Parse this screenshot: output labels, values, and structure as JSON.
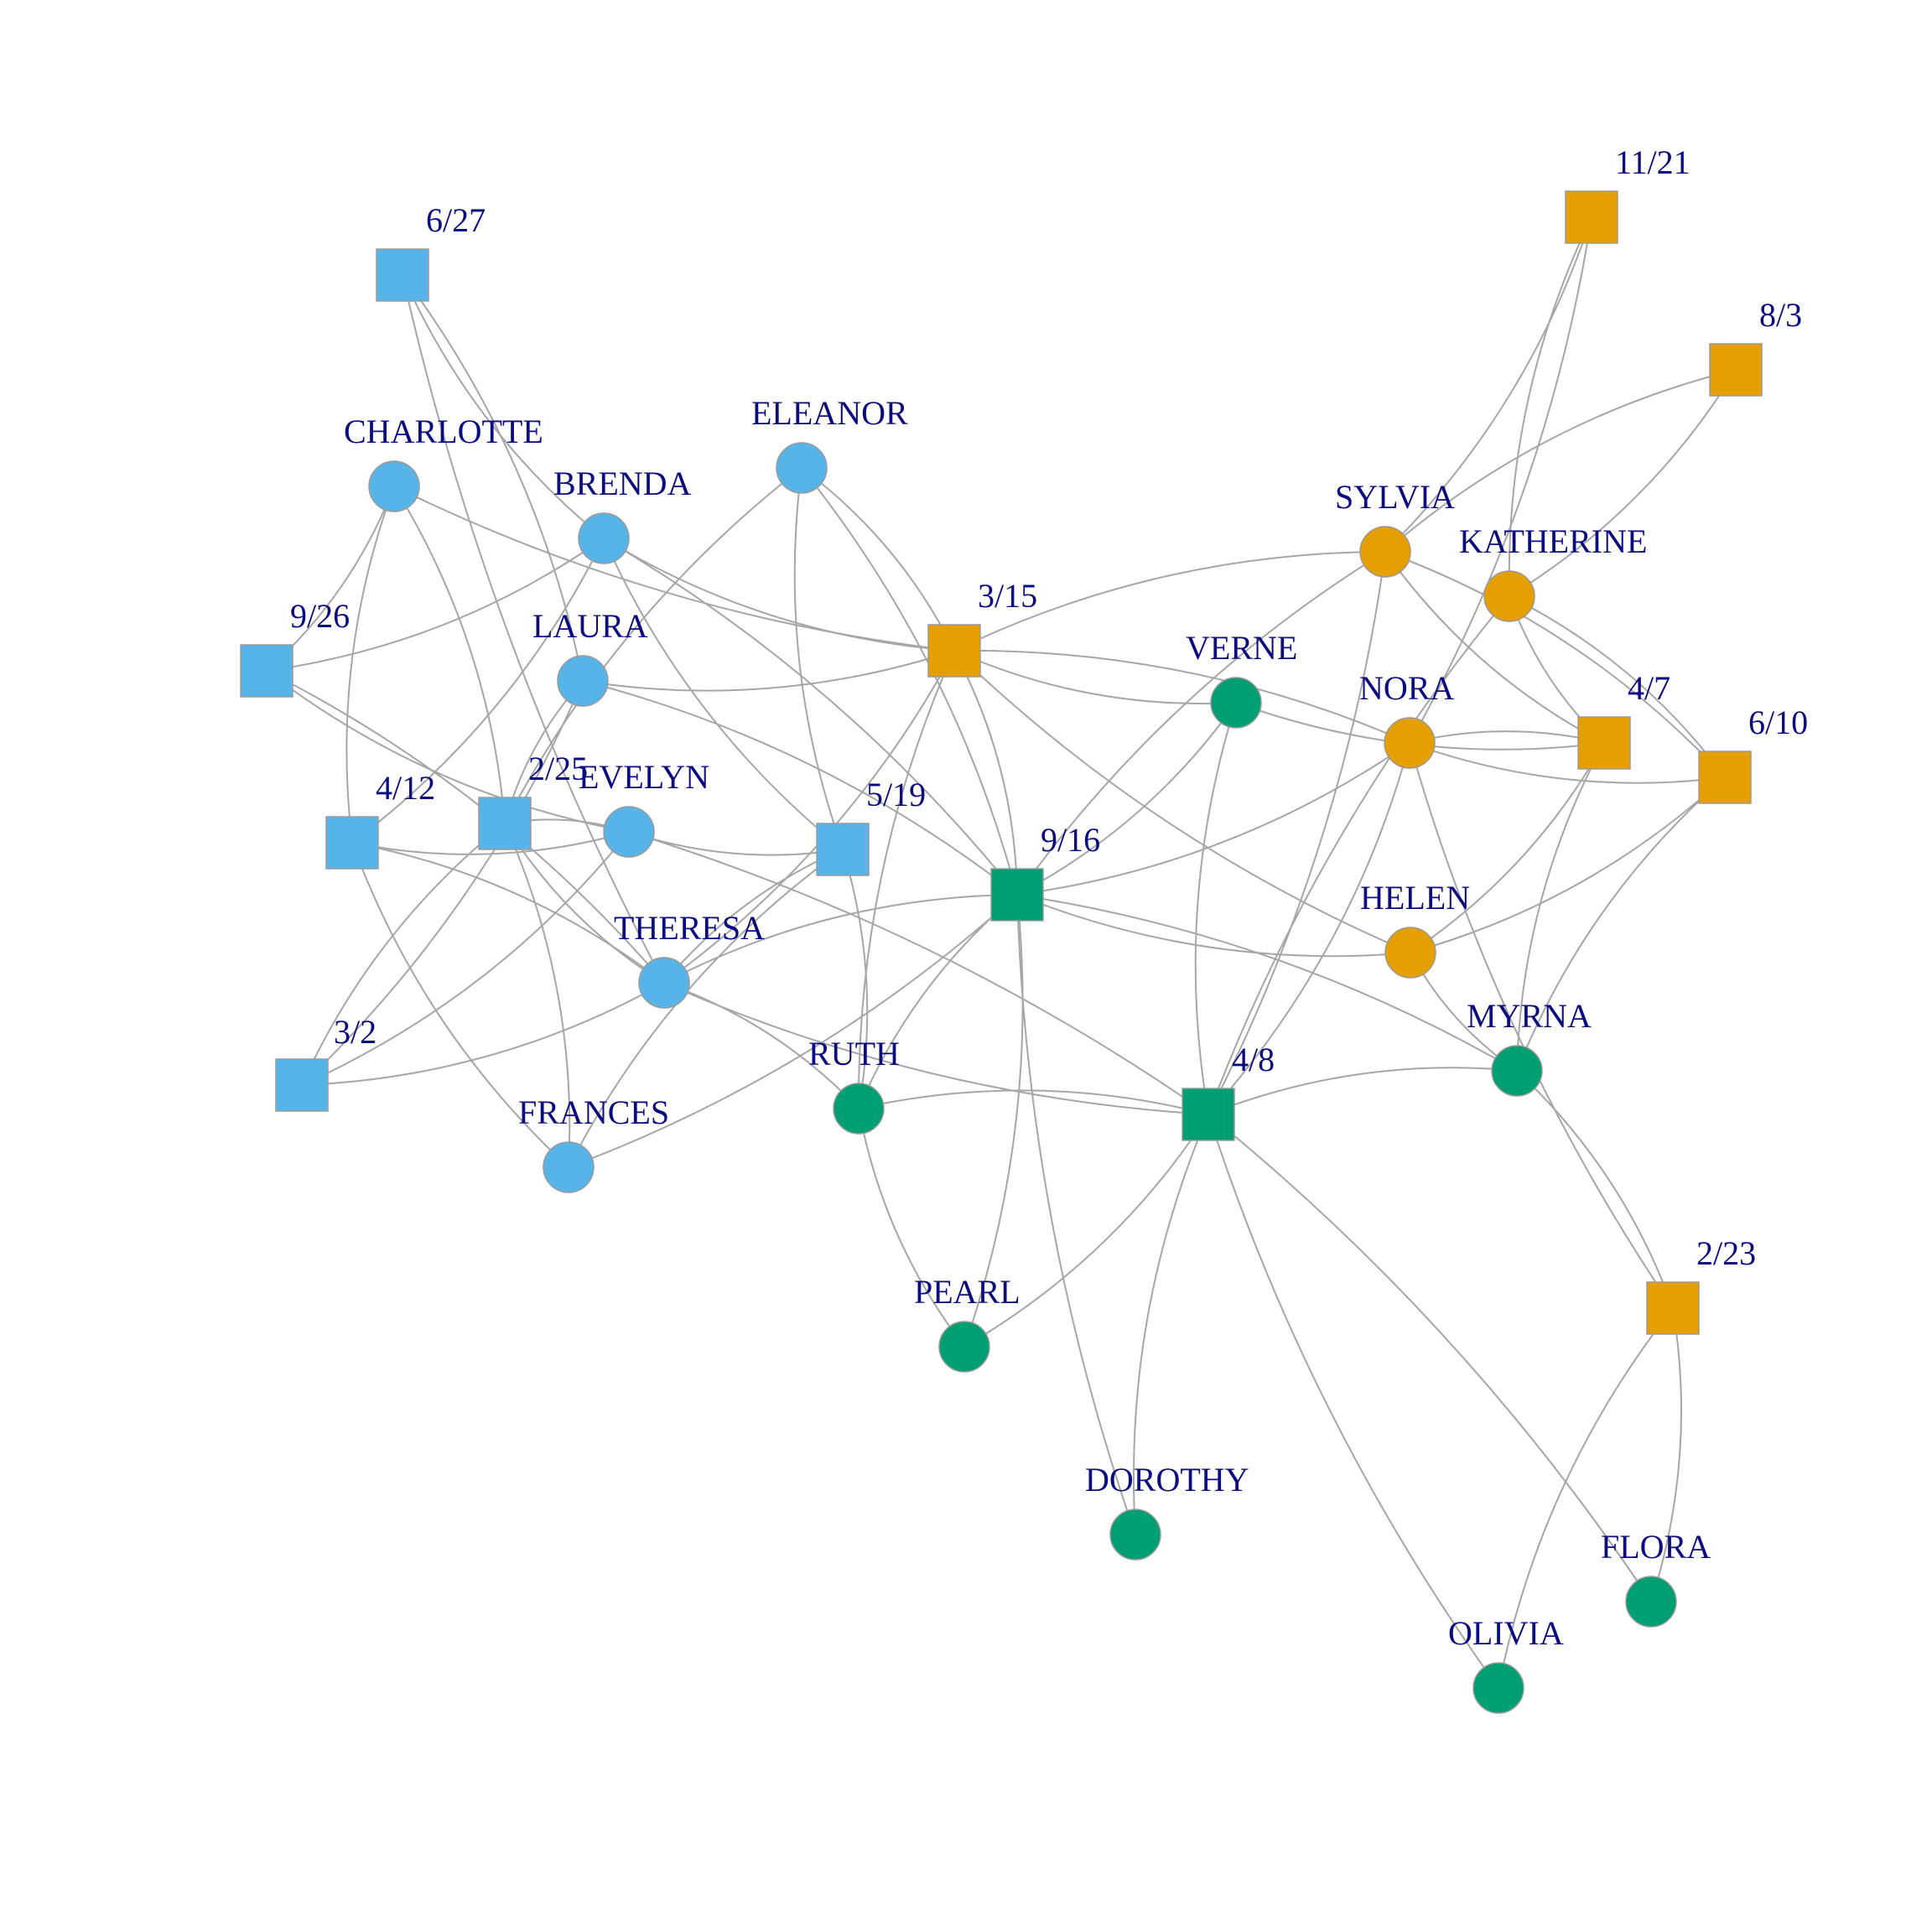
{
  "colors": {
    "blue": "#56b4e9",
    "orange": "#e69f00",
    "green": "#009e73",
    "edge": "#a6a6a6",
    "label": "#0b0b80"
  },
  "nodes": [
    {
      "id": "6/27",
      "label": "6/27",
      "kind": "event",
      "group": "blue"
    },
    {
      "id": "CHARLOTTE",
      "label": "CHARLOTTE",
      "kind": "person",
      "group": "blue"
    },
    {
      "id": "ELEANOR",
      "label": "ELEANOR",
      "kind": "person",
      "group": "blue"
    },
    {
      "id": "BRENDA",
      "label": "BRENDA",
      "kind": "person",
      "group": "blue"
    },
    {
      "id": "9/26",
      "label": "9/26",
      "kind": "event",
      "group": "blue"
    },
    {
      "id": "LAURA",
      "label": "LAURA",
      "kind": "person",
      "group": "blue"
    },
    {
      "id": "4/12",
      "label": "4/12",
      "kind": "event",
      "group": "blue"
    },
    {
      "id": "2/25",
      "label": "2/25",
      "kind": "event",
      "group": "blue"
    },
    {
      "id": "EVELYN",
      "label": "EVELYN",
      "kind": "person",
      "group": "blue"
    },
    {
      "id": "5/19",
      "label": "5/19",
      "kind": "event",
      "group": "blue"
    },
    {
      "id": "THERESA",
      "label": "THERESA",
      "kind": "person",
      "group": "blue"
    },
    {
      "id": "3/2",
      "label": "3/2",
      "kind": "event",
      "group": "blue"
    },
    {
      "id": "FRANCES",
      "label": "FRANCES",
      "kind": "person",
      "group": "blue"
    },
    {
      "id": "3/15",
      "label": "3/15",
      "kind": "event",
      "group": "orange"
    },
    {
      "id": "11/21",
      "label": "11/21",
      "kind": "event",
      "group": "orange"
    },
    {
      "id": "8/3",
      "label": "8/3",
      "kind": "event",
      "group": "orange"
    },
    {
      "id": "SYLVIA",
      "label": "SYLVIA",
      "kind": "person",
      "group": "orange"
    },
    {
      "id": "KATHERINE",
      "label": "KATHERINE",
      "kind": "person",
      "group": "orange"
    },
    {
      "id": "NORA",
      "label": "NORA",
      "kind": "person",
      "group": "orange"
    },
    {
      "id": "4/7",
      "label": "4/7",
      "kind": "event",
      "group": "orange"
    },
    {
      "id": "6/10",
      "label": "6/10",
      "kind": "event",
      "group": "orange"
    },
    {
      "id": "HELEN",
      "label": "HELEN",
      "kind": "person",
      "group": "orange"
    },
    {
      "id": "2/23",
      "label": "2/23",
      "kind": "event",
      "group": "orange"
    },
    {
      "id": "VERNE",
      "label": "VERNE",
      "kind": "person",
      "group": "green"
    },
    {
      "id": "9/16",
      "label": "9/16",
      "kind": "event",
      "group": "green"
    },
    {
      "id": "4/8",
      "label": "4/8",
      "kind": "event",
      "group": "green"
    },
    {
      "id": "MYRNA",
      "label": "MYRNA",
      "kind": "person",
      "group": "green"
    },
    {
      "id": "RUTH",
      "label": "RUTH",
      "kind": "person",
      "group": "green"
    },
    {
      "id": "PEARL",
      "label": "PEARL",
      "kind": "person",
      "group": "green"
    },
    {
      "id": "DOROTHY",
      "label": "DOROTHY",
      "kind": "person",
      "group": "green"
    },
    {
      "id": "FLORA",
      "label": "FLORA",
      "kind": "person",
      "group": "green"
    },
    {
      "id": "OLIVIA",
      "label": "OLIVIA",
      "kind": "person",
      "group": "green"
    }
  ],
  "edges": [
    [
      "6/27",
      "BRENDA"
    ],
    [
      "6/27",
      "LAURA"
    ],
    [
      "6/27",
      "THERESA"
    ],
    [
      "CHARLOTTE",
      "9/26"
    ],
    [
      "CHARLOTTE",
      "4/12"
    ],
    [
      "CHARLOTTE",
      "2/25"
    ],
    [
      "CHARLOTTE",
      "3/15"
    ],
    [
      "ELEANOR",
      "3/15"
    ],
    [
      "ELEANOR",
      "5/19"
    ],
    [
      "ELEANOR",
      "9/16"
    ],
    [
      "ELEANOR",
      "2/25"
    ],
    [
      "BRENDA",
      "9/26"
    ],
    [
      "BRENDA",
      "3/15"
    ],
    [
      "BRENDA",
      "4/12"
    ],
    [
      "BRENDA",
      "5/19"
    ],
    [
      "BRENDA",
      "9/16"
    ],
    [
      "LAURA",
      "3/15"
    ],
    [
      "LAURA",
      "9/16"
    ],
    [
      "LAURA",
      "2/25"
    ],
    [
      "LAURA",
      "3/2"
    ],
    [
      "9/26",
      "EVELYN"
    ],
    [
      "9/26",
      "THERESA"
    ],
    [
      "4/12",
      "EVELYN"
    ],
    [
      "4/12",
      "THERESA"
    ],
    [
      "4/12",
      "FRANCES"
    ],
    [
      "2/25",
      "EVELYN"
    ],
    [
      "2/25",
      "THERESA"
    ],
    [
      "2/25",
      "FRANCES"
    ],
    [
      "2/25",
      "3/2"
    ],
    [
      "EVELYN",
      "3/2"
    ],
    [
      "EVELYN",
      "5/19"
    ],
    [
      "EVELYN",
      "4/8"
    ],
    [
      "5/19",
      "THERESA"
    ],
    [
      "5/19",
      "RUTH"
    ],
    [
      "5/19",
      "FRANCES"
    ],
    [
      "THERESA",
      "3/2"
    ],
    [
      "THERESA",
      "3/15"
    ],
    [
      "THERESA",
      "9/16"
    ],
    [
      "THERESA",
      "4/8"
    ],
    [
      "THERESA",
      "RUTH"
    ],
    [
      "FRANCES",
      "9/16"
    ],
    [
      "3/15",
      "SYLVIA"
    ],
    [
      "3/15",
      "VERNE"
    ],
    [
      "3/15",
      "NORA"
    ],
    [
      "3/15",
      "HELEN"
    ],
    [
      "3/15",
      "9/16"
    ],
    [
      "3/15",
      "RUTH"
    ],
    [
      "11/21",
      "SYLVIA"
    ],
    [
      "11/21",
      "KATHERINE"
    ],
    [
      "11/21",
      "NORA"
    ],
    [
      "8/3",
      "SYLVIA"
    ],
    [
      "8/3",
      "KATHERINE"
    ],
    [
      "SYLVIA",
      "4/7"
    ],
    [
      "SYLVIA",
      "6/10"
    ],
    [
      "SYLVIA",
      "9/16"
    ],
    [
      "SYLVIA",
      "4/8"
    ],
    [
      "KATHERINE",
      "4/7"
    ],
    [
      "KATHERINE",
      "6/10"
    ],
    [
      "KATHERINE",
      "4/8"
    ],
    [
      "NORA",
      "4/7"
    ],
    [
      "NORA",
      "6/10"
    ],
    [
      "NORA",
      "9/16"
    ],
    [
      "NORA",
      "2/23"
    ],
    [
      "NORA",
      "4/8"
    ],
    [
      "VERNE",
      "4/7"
    ],
    [
      "VERNE",
      "9/16"
    ],
    [
      "VERNE",
      "4/8"
    ],
    [
      "4/7",
      "HELEN"
    ],
    [
      "4/7",
      "MYRNA"
    ],
    [
      "6/10",
      "HELEN"
    ],
    [
      "6/10",
      "MYRNA"
    ],
    [
      "HELEN",
      "9/16"
    ],
    [
      "HELEN",
      "MYRNA"
    ],
    [
      "9/16",
      "MYRNA"
    ],
    [
      "9/16",
      "RUTH"
    ],
    [
      "9/16",
      "PEARL"
    ],
    [
      "9/16",
      "DOROTHY"
    ],
    [
      "4/8",
      "MYRNA"
    ],
    [
      "4/8",
      "RUTH"
    ],
    [
      "4/8",
      "PEARL"
    ],
    [
      "4/8",
      "DOROTHY"
    ],
    [
      "4/8",
      "FLORA"
    ],
    [
      "4/8",
      "OLIVIA"
    ],
    [
      "MYRNA",
      "2/23"
    ],
    [
      "RUTH",
      "PEARL"
    ],
    [
      "2/23",
      "FLORA"
    ],
    [
      "2/23",
      "OLIVIA"
    ]
  ]
}
